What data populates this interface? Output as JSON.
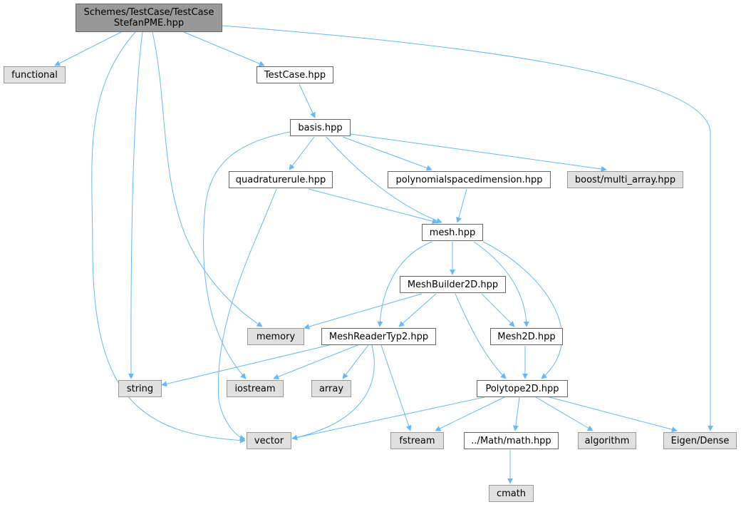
{
  "title": "Schemes/TestCase/TestCase\nStefanPME.hpp",
  "colors": {
    "edge": "#63b8ff",
    "focus_fill": "#999999",
    "system_fill": "#e0e0e0",
    "local_fill": "#ffffff"
  },
  "nodes": {
    "root": {
      "label": "Schemes/TestCase/TestCase\nStefanPME.hpp",
      "kind": "focus"
    },
    "functional": {
      "label": "functional",
      "kind": "system"
    },
    "testcase": {
      "label": "TestCase.hpp",
      "kind": "local"
    },
    "basis": {
      "label": "basis.hpp",
      "kind": "local"
    },
    "quadrature": {
      "label": "quadraturerule.hpp",
      "kind": "local"
    },
    "polyspace": {
      "label": "polynomialspacedimension.hpp",
      "kind": "local"
    },
    "multiarray": {
      "label": "boost/multi_array.hpp",
      "kind": "system"
    },
    "mesh": {
      "label": "mesh.hpp",
      "kind": "local"
    },
    "meshbuilder": {
      "label": "MeshBuilder2D.hpp",
      "kind": "local"
    },
    "memory": {
      "label": "memory",
      "kind": "system"
    },
    "meshreader": {
      "label": "MeshReaderTyp2.hpp",
      "kind": "local"
    },
    "mesh2d": {
      "label": "Mesh2D.hpp",
      "kind": "local"
    },
    "string": {
      "label": "string",
      "kind": "system"
    },
    "iostream": {
      "label": "iostream",
      "kind": "system"
    },
    "array": {
      "label": "array",
      "kind": "system"
    },
    "polytope": {
      "label": "Polytope2D.hpp",
      "kind": "local"
    },
    "vector": {
      "label": "vector",
      "kind": "system"
    },
    "fstream": {
      "label": "fstream",
      "kind": "system"
    },
    "math": {
      "label": "../Math/math.hpp",
      "kind": "local"
    },
    "algorithm": {
      "label": "algorithm",
      "kind": "system"
    },
    "eigen": {
      "label": "Eigen/Dense",
      "kind": "system"
    },
    "cmath": {
      "label": "cmath",
      "kind": "system"
    }
  },
  "edges": [
    [
      "root",
      "functional"
    ],
    [
      "root",
      "testcase"
    ],
    [
      "root",
      "eigen"
    ],
    [
      "root",
      "vector"
    ],
    [
      "root",
      "string"
    ],
    [
      "root",
      "memory"
    ],
    [
      "testcase",
      "basis"
    ],
    [
      "basis",
      "quadrature"
    ],
    [
      "basis",
      "polyspace"
    ],
    [
      "basis",
      "multiarray"
    ],
    [
      "basis",
      "mesh"
    ],
    [
      "basis",
      "iostream"
    ],
    [
      "quadrature",
      "mesh"
    ],
    [
      "quadrature",
      "vector"
    ],
    [
      "polyspace",
      "mesh"
    ],
    [
      "mesh",
      "meshbuilder"
    ],
    [
      "mesh",
      "meshreader"
    ],
    [
      "mesh",
      "mesh2d"
    ],
    [
      "mesh",
      "polytope"
    ],
    [
      "meshbuilder",
      "memory"
    ],
    [
      "meshbuilder",
      "meshreader"
    ],
    [
      "meshbuilder",
      "mesh2d"
    ],
    [
      "meshbuilder",
      "polytope"
    ],
    [
      "meshreader",
      "string"
    ],
    [
      "meshreader",
      "iostream"
    ],
    [
      "meshreader",
      "array"
    ],
    [
      "meshreader",
      "vector"
    ],
    [
      "meshreader",
      "fstream"
    ],
    [
      "mesh2d",
      "polytope"
    ],
    [
      "polytope",
      "vector"
    ],
    [
      "polytope",
      "fstream"
    ],
    [
      "polytope",
      "math"
    ],
    [
      "polytope",
      "algorithm"
    ],
    [
      "polytope",
      "eigen"
    ],
    [
      "math",
      "cmath"
    ]
  ]
}
